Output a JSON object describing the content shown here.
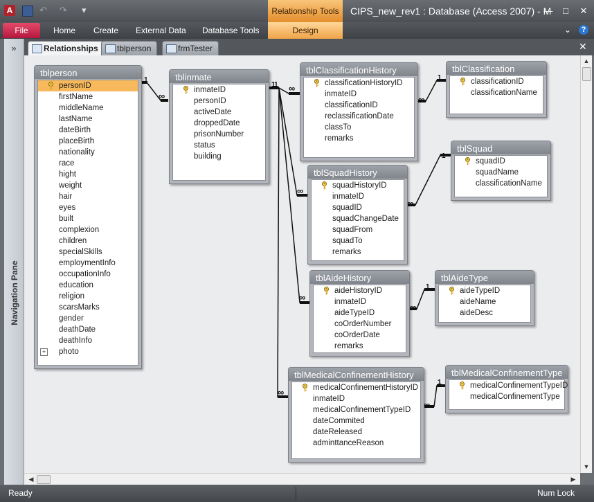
{
  "title_bar": {
    "app_icon": "A",
    "contextual_tab": "Relationship Tools",
    "title": "CIPS_new_rev1 : Database (Access 2007) - M"
  },
  "ribbon": {
    "file_tab": "File",
    "tabs": [
      "Home",
      "Create",
      "External Data",
      "Database Tools"
    ],
    "design_tab": "Design"
  },
  "navigation_pane": {
    "label": "Navigation Pane",
    "toggle": "»"
  },
  "document_tabs": [
    {
      "label": "Relationships",
      "active": true
    },
    {
      "label": "tblperson",
      "active": false
    },
    {
      "label": "frmTester",
      "active": false
    }
  ],
  "tables": {
    "tblperson": {
      "title": "tblperson",
      "fields": [
        "personID",
        "firstName",
        "middleName",
        "lastName",
        "dateBirth",
        "placeBirth",
        "nationality",
        "race",
        "hight",
        "weight",
        "hair",
        "eyes",
        "built",
        "complexion",
        "children",
        "specialSkills",
        "employmentInfo",
        "occupationInfo",
        "education",
        "religion",
        "scarsMarks",
        "gender",
        "deathDate",
        "deathInfo",
        "photo"
      ],
      "key_fields": [
        "personID"
      ],
      "selected_field": "personID",
      "expandable_fields": [
        "photo"
      ]
    },
    "tblinmate": {
      "title": "tblinmate",
      "fields": [
        "inmateID",
        "personID",
        "activeDate",
        "droppedDate",
        "prisonNumber",
        "status",
        "building"
      ],
      "key_fields": [
        "inmateID"
      ]
    },
    "tblClassificationHistory": {
      "title": "tblClassificationHistory",
      "fields": [
        "classificationHistoryID",
        "inmateID",
        "classificationID",
        "reclassificationDate",
        "classTo",
        "remarks"
      ],
      "key_fields": [
        "classificationHistoryID"
      ]
    },
    "tblClassification": {
      "title": "tblClassification",
      "fields": [
        "classificationID",
        "classificationName"
      ],
      "key_fields": [
        "classificationID"
      ]
    },
    "tblSquadHistory": {
      "title": "tblSquadHistory",
      "fields": [
        "squadHistoryID",
        "inmateID",
        "squadID",
        "squadChangeDate",
        "squadFrom",
        "squadTo",
        "remarks"
      ],
      "key_fields": [
        "squadHistoryID"
      ]
    },
    "tblSquad": {
      "title": "tblSquad",
      "fields": [
        "squadID",
        "squadName",
        "classificationName"
      ],
      "key_fields": [
        "squadID"
      ]
    },
    "tblAideHistory": {
      "title": "tblAideHistory",
      "fields": [
        "aideHistoryID",
        "inmateID",
        "aideTypeID",
        "coOrderNumber",
        "coOrderDate",
        "remarks"
      ],
      "key_fields": [
        "aideHistoryID"
      ]
    },
    "tblAideType": {
      "title": "tblAideType",
      "fields": [
        "aideTypeID",
        "aideName",
        "aideDesc"
      ],
      "key_fields": [
        "aideTypeID"
      ]
    },
    "tblMedicalConfinementHistory": {
      "title": "tblMedicalConfinementHistory",
      "fields": [
        "medicalConfinementHistoryID",
        "inmateID",
        "medicalConfinementTypeID",
        "dateCommited",
        "dateReleased",
        "adminttanceReason"
      ],
      "key_fields": [
        "medicalConfinementHistoryID"
      ]
    },
    "tblMedicalConfinementType": {
      "title": "tblMedicalConfinementType",
      "fields": [
        "medicalConfinementTypeID",
        "medicalConfinementType"
      ],
      "key_fields": [
        "medicalConfinementTypeID"
      ]
    }
  },
  "relationships": [
    {
      "from": "tblperson.personID",
      "to": "tblinmate.personID",
      "one": "1",
      "many": "∞"
    },
    {
      "from": "tblinmate.inmateID",
      "to": "tblClassificationHistory.inmateID",
      "one": "1",
      "many": "∞"
    },
    {
      "from": "tblinmate.inmateID",
      "to": "tblSquadHistory.inmateID",
      "one": "1",
      "many": "∞"
    },
    {
      "from": "tblinmate.inmateID",
      "to": "tblAideHistory.inmateID",
      "one": "1",
      "many": "∞"
    },
    {
      "from": "tblinmate.inmateID",
      "to": "tblMedicalConfinementHistory.inmateID",
      "one": "1",
      "many": "∞"
    },
    {
      "from": "tblClassification.classificationID",
      "to": "tblClassificationHistory.classificationID",
      "one": "1",
      "many": "∞"
    },
    {
      "from": "tblSquad.squadID",
      "to": "tblSquadHistory.squadID",
      "one": "1",
      "many": "∞"
    },
    {
      "from": "tblAideType.aideTypeID",
      "to": "tblAideHistory.aideTypeID",
      "one": "1",
      "many": "∞"
    },
    {
      "from": "tblMedicalConfinementType.medicalConfinementTypeID",
      "to": "tblMedicalConfinementHistory.medicalConfinementTypeID",
      "one": "1",
      "many": "∞"
    }
  ],
  "status_bar": {
    "left": "Ready",
    "right": "Num Lock"
  },
  "colors": {
    "selected_field": "#f7b95c",
    "file_tab": "#c8254a",
    "context_tab": "#f0a448"
  },
  "icons": {
    "key": "key-icon",
    "expand": "plus-icon"
  }
}
